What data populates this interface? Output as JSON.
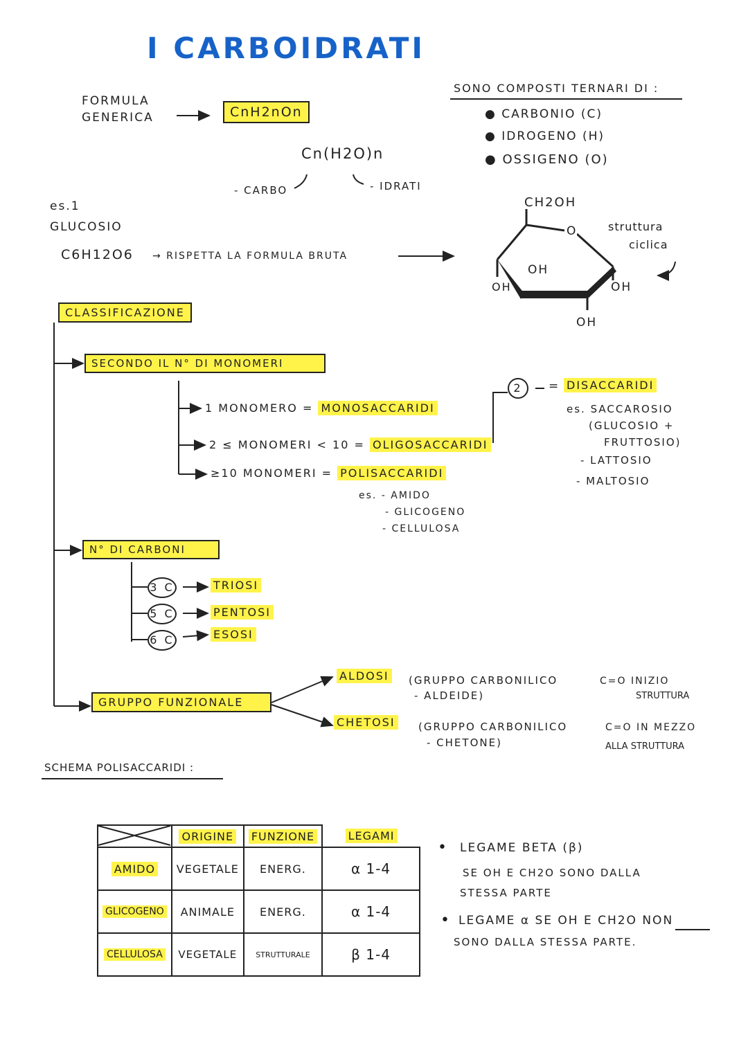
{
  "title": "I CARBOIDRATI",
  "formula": {
    "label_line1": "FORMULA",
    "label_line2": "GENERICA",
    "generic": "CnH2nOn",
    "expanded": "Cn(H2O)n",
    "carbo": "- CARBO",
    "idrati": "- IDRATI"
  },
  "composition": {
    "heading": "SONO COMPOSTI TERNARI DI :",
    "items": [
      "CARBONIO (C)",
      "IDROGENO (H)",
      "OSSIGENO (O)"
    ]
  },
  "example": {
    "label": "es.1",
    "name": "GLUCOSIO",
    "formula": "C6H12O6",
    "note": "→ RISPETTA LA FORMULA BRUTA"
  },
  "glucose": {
    "ch2oh": "CH2OH",
    "o": "O",
    "oh_inner": "OH",
    "oh_left": "OH",
    "oh_right": "OH",
    "oh_bottom": "OH",
    "caption_line1": "struttura",
    "caption_line2": "ciclica"
  },
  "classification": {
    "heading": "CLASSIFICAZIONE",
    "by_monomers": {
      "heading": "SECONDO IL N° DI MONOMERI",
      "rows": [
        {
          "cond": "1 MONOMERO =",
          "result": "MONOSACCARIDI"
        },
        {
          "cond": "2 ≤ MONOMERI < 10 =",
          "result": "OLIGOSACCARIDI"
        },
        {
          "cond": "≥10 MONOMERI =",
          "result": "POLISACCARIDI"
        }
      ],
      "poly_examples": [
        "es. - AMIDO",
        "- GLICOGENO",
        "- CELLULOSA"
      ],
      "disaccharides": {
        "number": "2",
        "eq": "=",
        "name": "DISACCARIDI",
        "examples": [
          "es. SACCAROSIO",
          "(GLUCOSIO +",
          "FRUTTOSIO)",
          "- LATTOSIO",
          "- MALTOSIO"
        ]
      }
    },
    "by_carbons": {
      "heading": "N° DI CARBONI",
      "rows": [
        {
          "c": "3 C",
          "name": "TRIOSI"
        },
        {
          "c": "5 C",
          "name": "PENTOSI"
        },
        {
          "c": "6 C",
          "name": "ESOSI"
        }
      ]
    },
    "by_group": {
      "heading": "GRUPPO FUNZIONALE",
      "aldosi": {
        "name": "ALDOSI",
        "desc_line1": "(GRUPPO CARBONILICO",
        "desc_line2": "- ALDEIDE)",
        "note_line1": "C=O INIZIO",
        "note_line2": "STRUTTURA"
      },
      "chetosi": {
        "name": "CHETOSI",
        "desc_line1": "(GRUPPO CARBONILICO",
        "desc_line2": "- CHETONE)",
        "note_line1": "C=O IN MEZZO",
        "note_line2": "ALLA STRUTTURA"
      }
    }
  },
  "polysaccharides": {
    "heading": "SCHEMA POLISACCARIDI :",
    "columns": [
      "ORIGINE",
      "FUNZIONE",
      "LEGAMI"
    ],
    "rows": [
      [
        "AMIDO",
        "VEGETALE",
        "ENERG.",
        "α 1-4"
      ],
      [
        "GLICOGENO",
        "ANIMALE",
        "ENERG.",
        "α 1-4"
      ],
      [
        "CELLULOSA",
        "VEGETALE",
        "STRUTTURALE",
        "β 1-4"
      ]
    ]
  },
  "bonds": {
    "beta_line1": "LEGAME BETA (β)",
    "beta_line2": "SE OH E CH2O SONO DALLA",
    "beta_line3": "STESSA PARTE",
    "alpha_line1_a": "LEGAME α SE OH E CH2O",
    "alpha_line1_b": "NON",
    "alpha_line2": "SONO DALLA STESSA PARTE."
  },
  "colors": {
    "title": "#1762c8",
    "highlight": "#fff34a",
    "ink": "#1e1e1e"
  }
}
